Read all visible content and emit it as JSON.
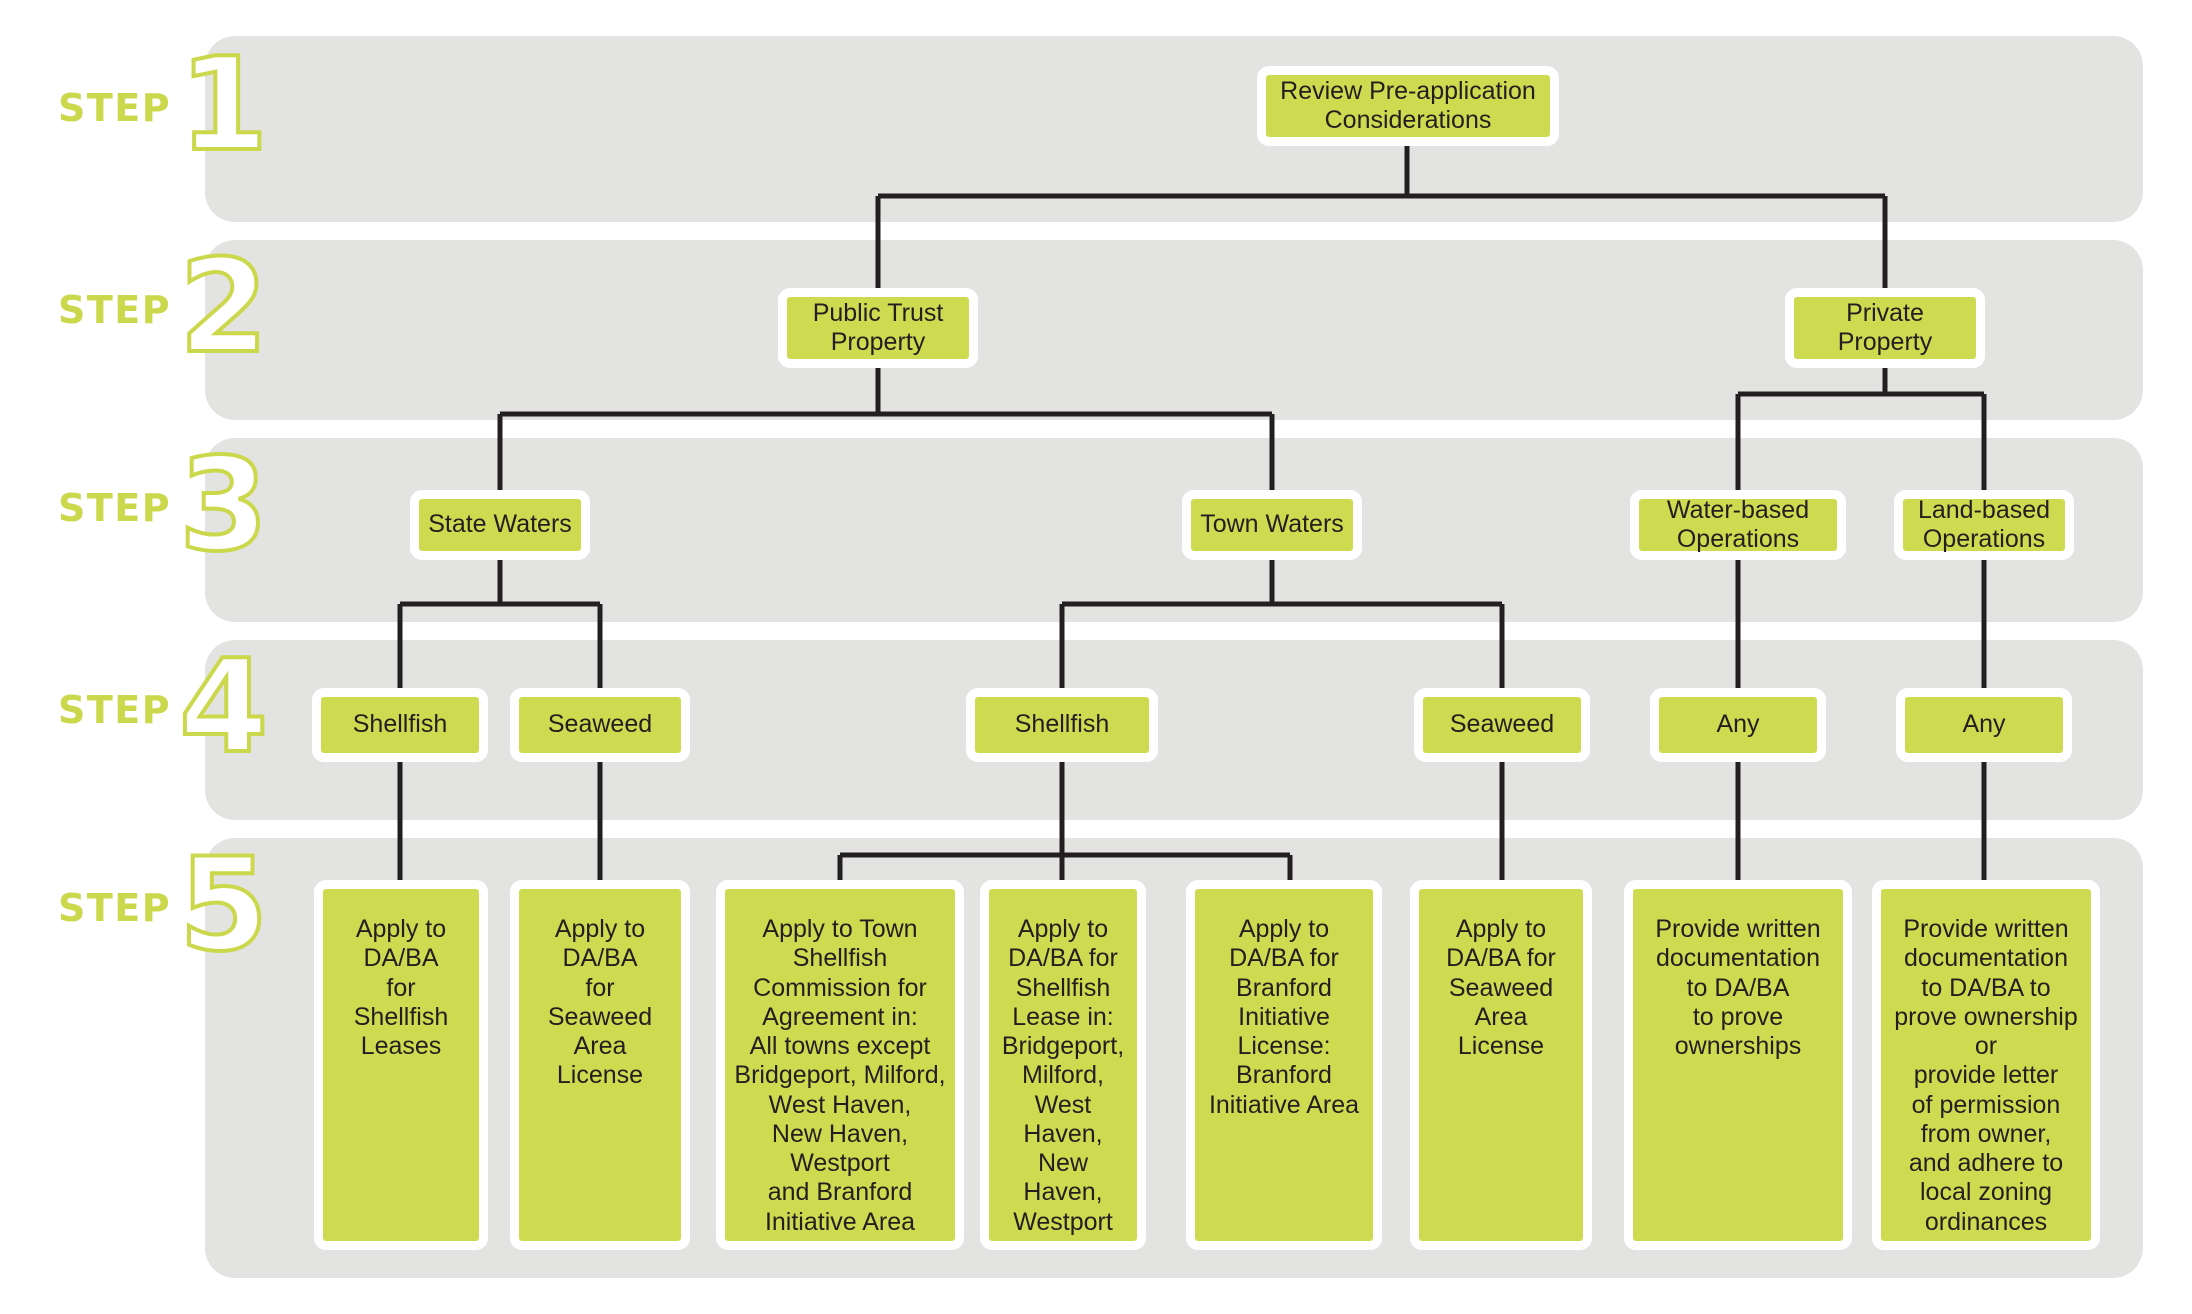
{
  "diagram": {
    "title": "Aquaculture Permitting Steps Flowchart",
    "colors": {
      "box_fill": "#CEDA4F",
      "box_border": "#FFFFFF",
      "band_fill": "#E3E3E2",
      "accent": "#CBD84C",
      "text": "#231F20",
      "connector": "#231F20"
    },
    "step_word": "STEP",
    "steps": [
      {
        "number": "1",
        "label": "STEP"
      },
      {
        "number": "2",
        "label": "STEP"
      },
      {
        "number": "3",
        "label": "STEP"
      },
      {
        "number": "4",
        "label": "STEP"
      },
      {
        "number": "5",
        "label": "STEP"
      }
    ],
    "nodes": {
      "root": "Review Pre-application\nConsiderations",
      "public_trust": "Public Trust\nProperty",
      "private_property": "Private\nProperty",
      "state_waters": "State Waters",
      "town_waters": "Town Waters",
      "water_based": "Water-based\nOperations",
      "land_based": "Land-based\nOperations",
      "state_shellfish": "Shellfish",
      "state_seaweed": "Seaweed",
      "town_shellfish": "Shellfish",
      "town_seaweed": "Seaweed",
      "water_any": "Any",
      "land_any": "Any",
      "outcome_1": "Apply to\nDA/BA\nfor\nShellfish\nLeases",
      "outcome_2": "Apply to\nDA/BA\nfor\nSeaweed\nArea\nLicense",
      "outcome_3": "Apply to Town\nShellfish\nCommission for\nAgreement in:\nAll towns except\nBridgeport, Milford,\nWest Haven,\nNew Haven,\nWestport\nand Branford\nInitiative Area",
      "outcome_4": "Apply to\nDA/BA for\nShellfish\nLease in:\nBridgeport,\nMilford,\nWest Haven,\nNew Haven,\nWestport",
      "outcome_5": "Apply to\nDA/BA for\nBranford\nInitiative\nLicense:\nBranford\nInitiative Area",
      "outcome_6": "Apply to\nDA/BA for\nSeaweed\nArea\nLicense",
      "outcome_7": "Provide written\ndocumentation\nto DA/BA\nto prove\nownerships",
      "outcome_8": "Provide written\ndocumentation\nto DA/BA to\nprove ownership or\nprovide  letter\nof permission\nfrom owner,\nand adhere to\nlocal zoning\nordinances"
    }
  }
}
